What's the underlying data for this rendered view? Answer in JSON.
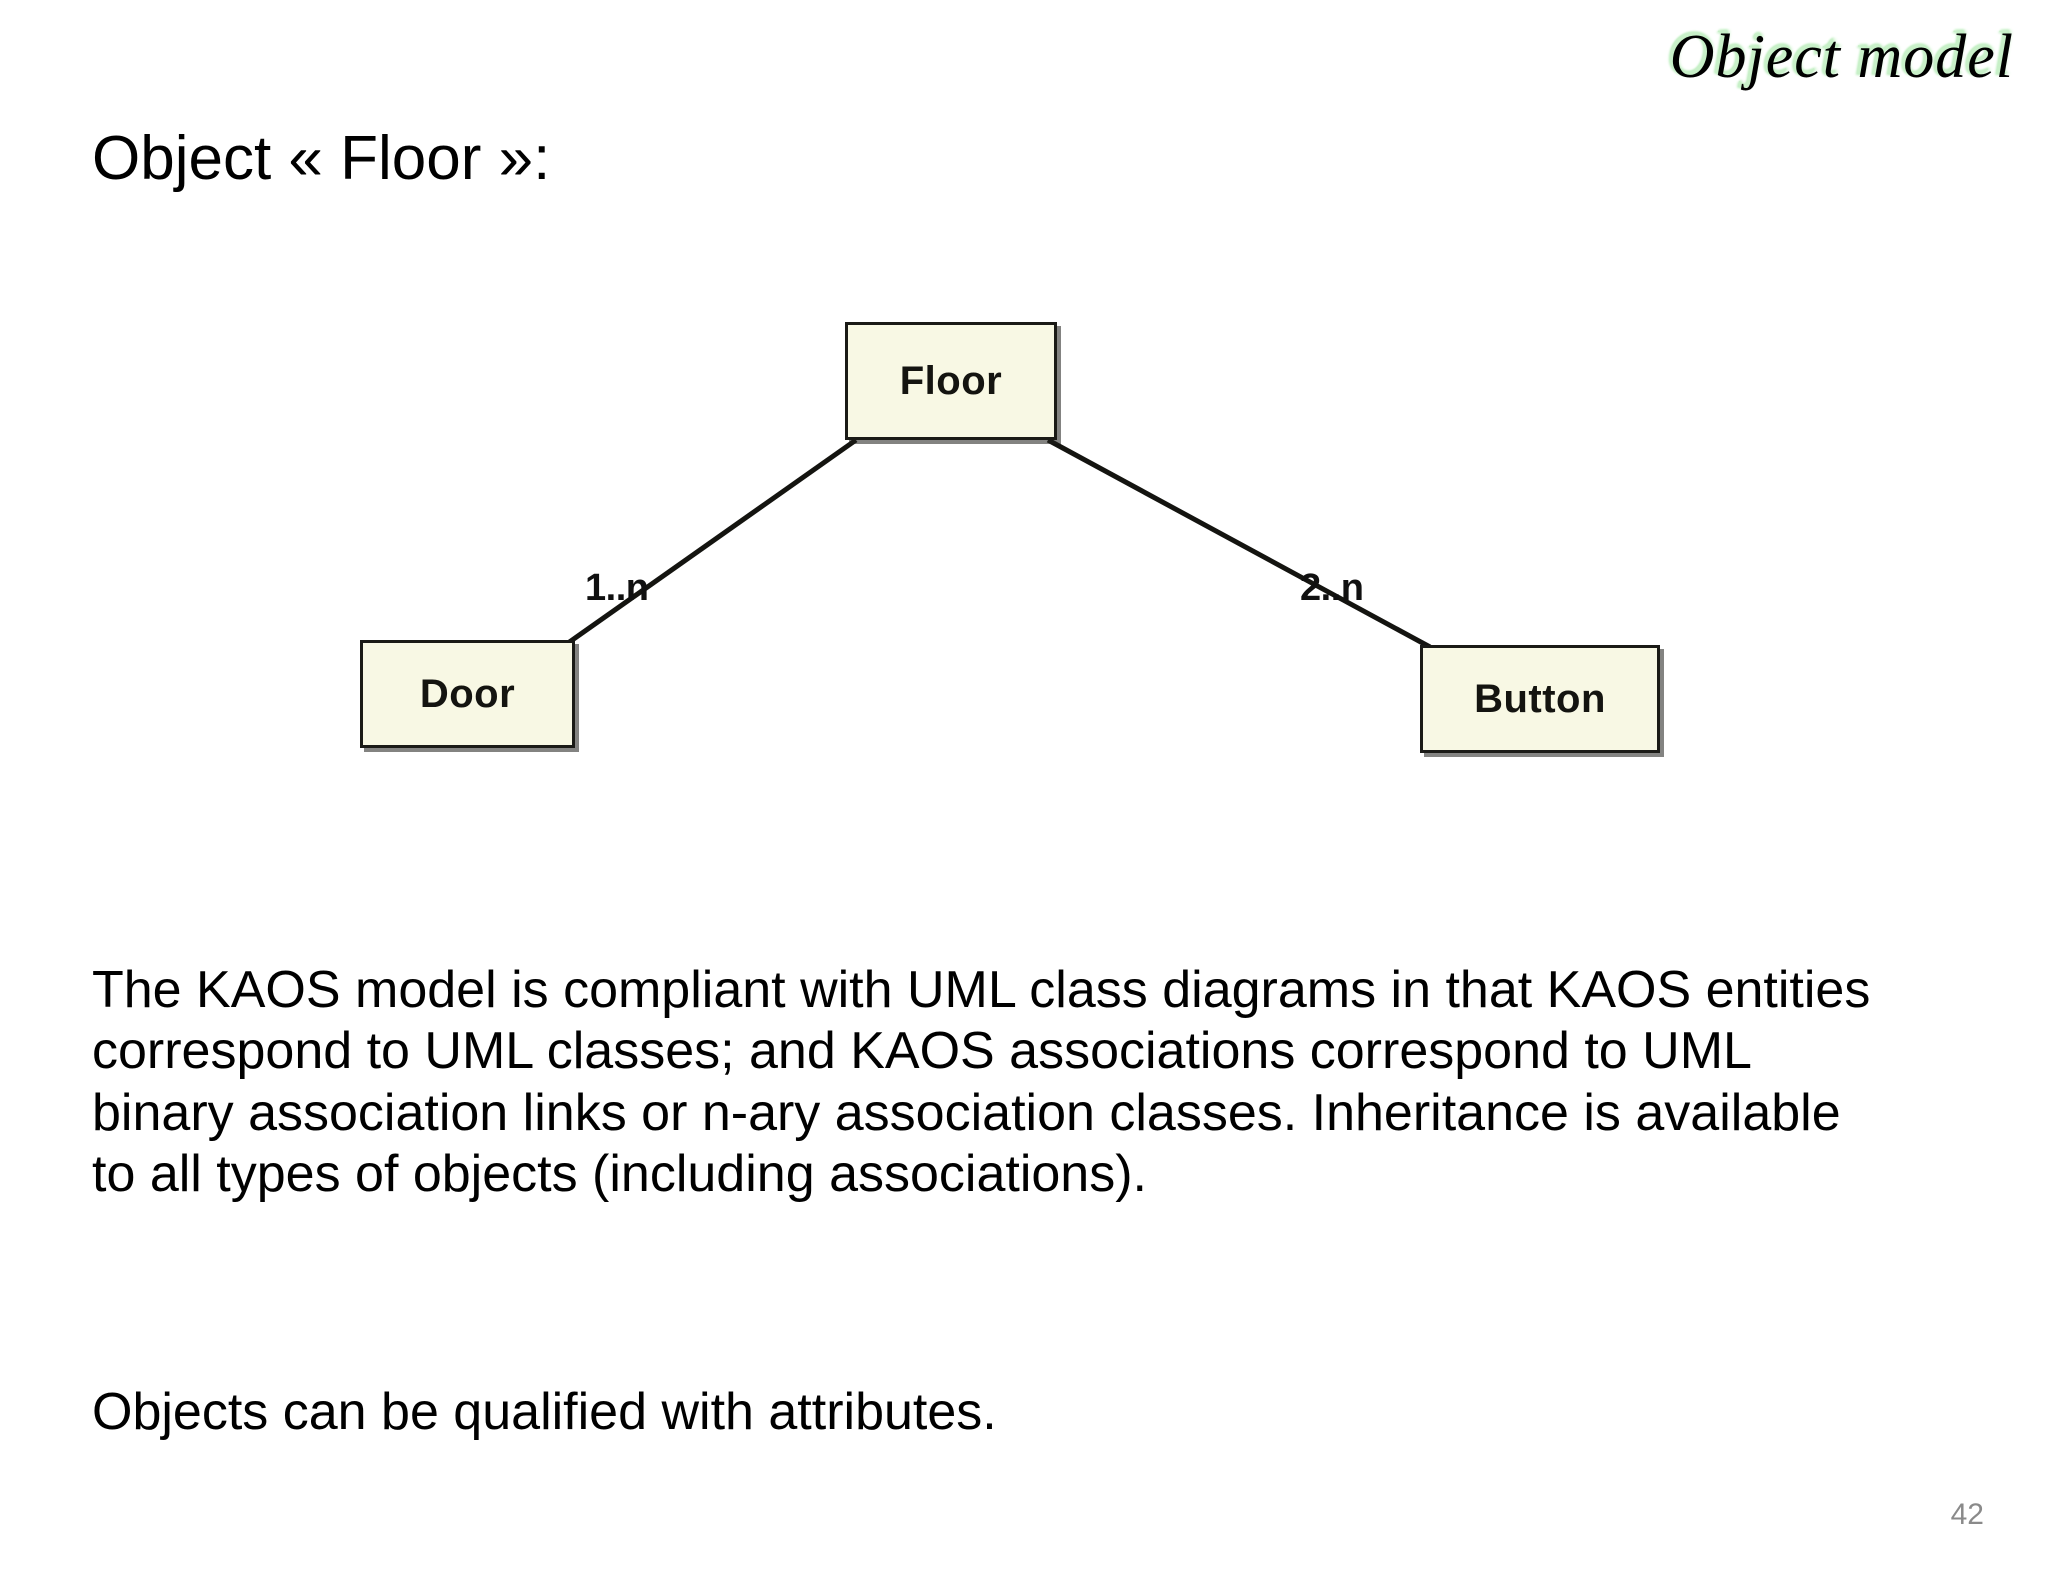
{
  "slide": {
    "header_banner": "Object model",
    "title": "Object « Floor »:",
    "page_number": "42",
    "colors": {
      "background": "#ffffff",
      "banner_glow": "#c8f0c8",
      "box_fill": "#f8f8e4",
      "box_border": "#1a1a16",
      "text": "#000000",
      "page_number": "#8a8a8a"
    }
  },
  "diagram": {
    "type": "uml-class-diagram",
    "classes": [
      {
        "id": "floor",
        "label": "Floor"
      },
      {
        "id": "door",
        "label": "Door"
      },
      {
        "id": "button",
        "label": "Button"
      }
    ],
    "associations": [
      {
        "from": "floor",
        "to": "door",
        "multiplicity": "1..n"
      },
      {
        "from": "floor",
        "to": "button",
        "multiplicity": "2..n"
      }
    ]
  },
  "body": {
    "paragraph_main": "The KAOS model is compliant with UML class diagrams in that KAOS entities correspond to UML classes; and KAOS associations correspond to UML binary association links or n-ary association classes. Inheritance is available to all types of objects (including associations).",
    "paragraph_extra": "Objects can be qualified with attributes."
  }
}
